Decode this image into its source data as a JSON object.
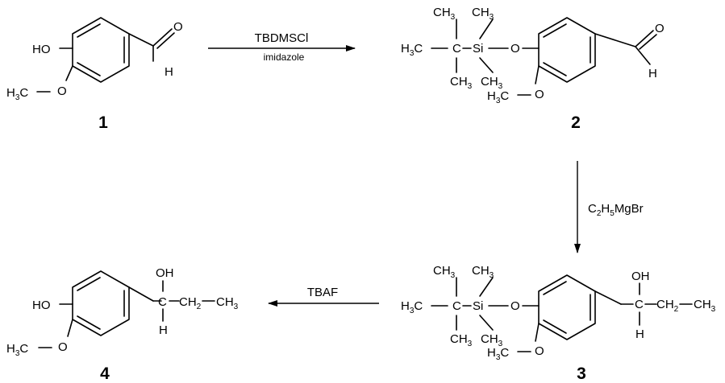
{
  "compounds": [
    {
      "id": "1"
    },
    {
      "id": "2"
    },
    {
      "id": "3"
    },
    {
      "id": "4"
    }
  ],
  "steps": [
    {
      "reagent": "TBDMSCl",
      "condition": "imidazole"
    },
    {
      "reagent_prefix": "C",
      "reagent_sub1": "2",
      "reagent_mid": "H",
      "reagent_sub2": "5",
      "reagent_suffix": "MgBr"
    },
    {
      "reagent": "TBAF"
    }
  ],
  "atoms": {
    "HO": "HO",
    "O": "O",
    "H": "H",
    "C": "C",
    "Si": "Si",
    "OH": "OH",
    "CH": "CH",
    "CH3_C": "CH",
    "sub2": "2",
    "sub3": "3",
    "H3C_H": "H",
    "H3C_C": "C"
  }
}
